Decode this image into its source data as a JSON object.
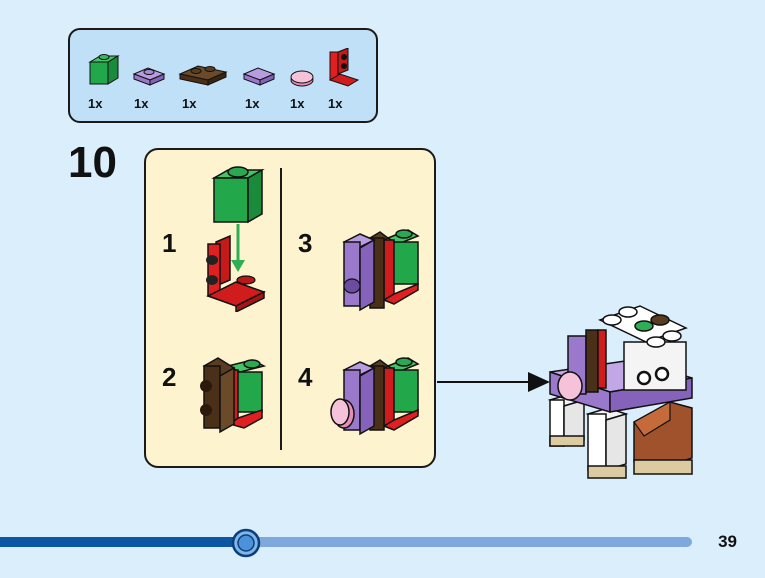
{
  "parts": [
    {
      "icon": "green-brick-icon",
      "qty": "1x"
    },
    {
      "icon": "lavender-plate-icon",
      "qty": "1x"
    },
    {
      "icon": "dark-brown-plate-icon",
      "qty": "1x"
    },
    {
      "icon": "lavender-tile-icon",
      "qty": "1x"
    },
    {
      "icon": "pink-round-tile-icon",
      "qty": "1x"
    },
    {
      "icon": "red-bracket-icon",
      "qty": "1x"
    }
  ],
  "step": {
    "number": "10"
  },
  "substeps": [
    "1",
    "2",
    "3",
    "4"
  ],
  "page": {
    "number": "39"
  },
  "progress": {
    "fraction": 0.355
  },
  "colors": {
    "background": "#dbeefb",
    "parts_box": "#bfe0f7",
    "panel": "#fdf4cf",
    "progress_done": "#0b57a4",
    "progress_todo": "#7fa9dc"
  }
}
